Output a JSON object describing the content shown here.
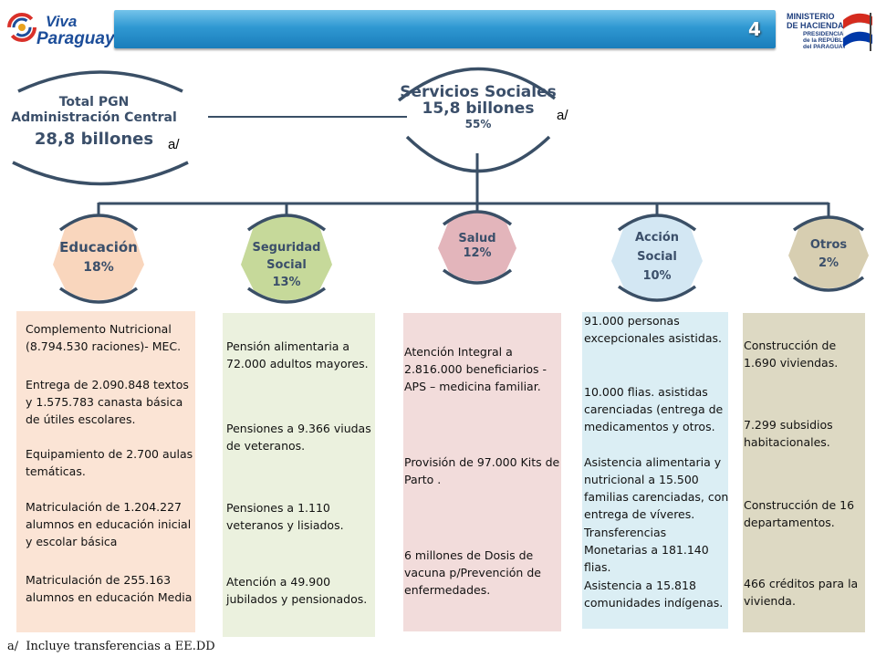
{
  "header": {
    "logo_left": {
      "word1": "Viva",
      "word2": "Paraguay"
    },
    "slide_number": "4",
    "logo_right": {
      "line1": "MINISTERIO",
      "line2": "DE HACIENDA",
      "line3": "PRESIDENCIA",
      "line4": "de la REPÚBLICA",
      "line5": "del PARAGUAY"
    }
  },
  "total": {
    "line1": "Total PGN",
    "line2": "Administración Central",
    "amount": "28,8 billones",
    "note": "a/"
  },
  "servicios": {
    "title": "Servicios Sociales",
    "amount": "15,8 billones",
    "percent": "55%",
    "note": "a/"
  },
  "categories": [
    {
      "name": "Educación",
      "percent": "18%",
      "fill": "#f9d6bd"
    },
    {
      "name1": "Seguridad",
      "name2": "Social",
      "percent": "13%",
      "fill": "#c6d99a"
    },
    {
      "name": "Salud",
      "percent": "12%",
      "fill": "#e3b5bb"
    },
    {
      "name1": "Acción",
      "name2": "Social",
      "percent": "10%",
      "fill": "#d3e7f3"
    },
    {
      "name": "Otros",
      "percent": "2%",
      "fill": "#d7ceb1"
    }
  ],
  "columns": {
    "educacion": [
      "Complemento Nutricional (8.794.530 raciones)- MEC.",
      "Entrega de 2.090.848 textos y 1.575.783 canasta básica de útiles escolares.",
      "Equipamiento de 2.700 aulas temáticas.",
      "Matriculación de 1.204.227 alumnos en educación inicial y escolar básica",
      "Matriculación de 255.163 alumnos en educación Media"
    ],
    "seguridad": [
      "Pensión alimentaria a 72.000 adultos mayores.",
      "Pensiones a 9.366 viudas de veteranos.",
      "Pensiones a 1.110 veteranos y lisiados.",
      "Atención a 49.900 jubilados y pensionados."
    ],
    "salud": [
      "Atención Integral a 2.816.000 beneficiarios - APS – medicina familiar.",
      "Provisión de 97.000 Kits de Parto .",
      "6 millones de Dosis de vacuna p/Prevención de enfermedades."
    ],
    "accion": [
      "91.000 personas excepcionales asistidas.",
      "10.000 flias. asistidas carenciadas  (entrega de medicamentos y otros.",
      "Asistencia alimentaria y nutricional a 15.500 familias carenciadas, con entrega de víveres.",
      "Transferencias Monetarias a 181.140 flias.",
      "Asistencia a 15.818 comunidades indígenas."
    ],
    "otros": [
      "Construcción de 1.690 viviendas.",
      "7.299 subsidios habitacionales.",
      "Construcción de 16 departamentos.",
      "466 créditos para la vivienda."
    ]
  },
  "footnote": "a/  Incluye transferencias a EE.DD",
  "colors": {
    "banner": "#2f98d2",
    "title_text": "#3b4f6a",
    "connector": "#3a4f66",
    "educacion_bg": "#fbe4d5",
    "seguridad_bg": "#ebf1de",
    "salud_bg": "#f2dcdb",
    "accion_bg": "#dbeef4",
    "otros_bg": "#ddd9c3"
  }
}
